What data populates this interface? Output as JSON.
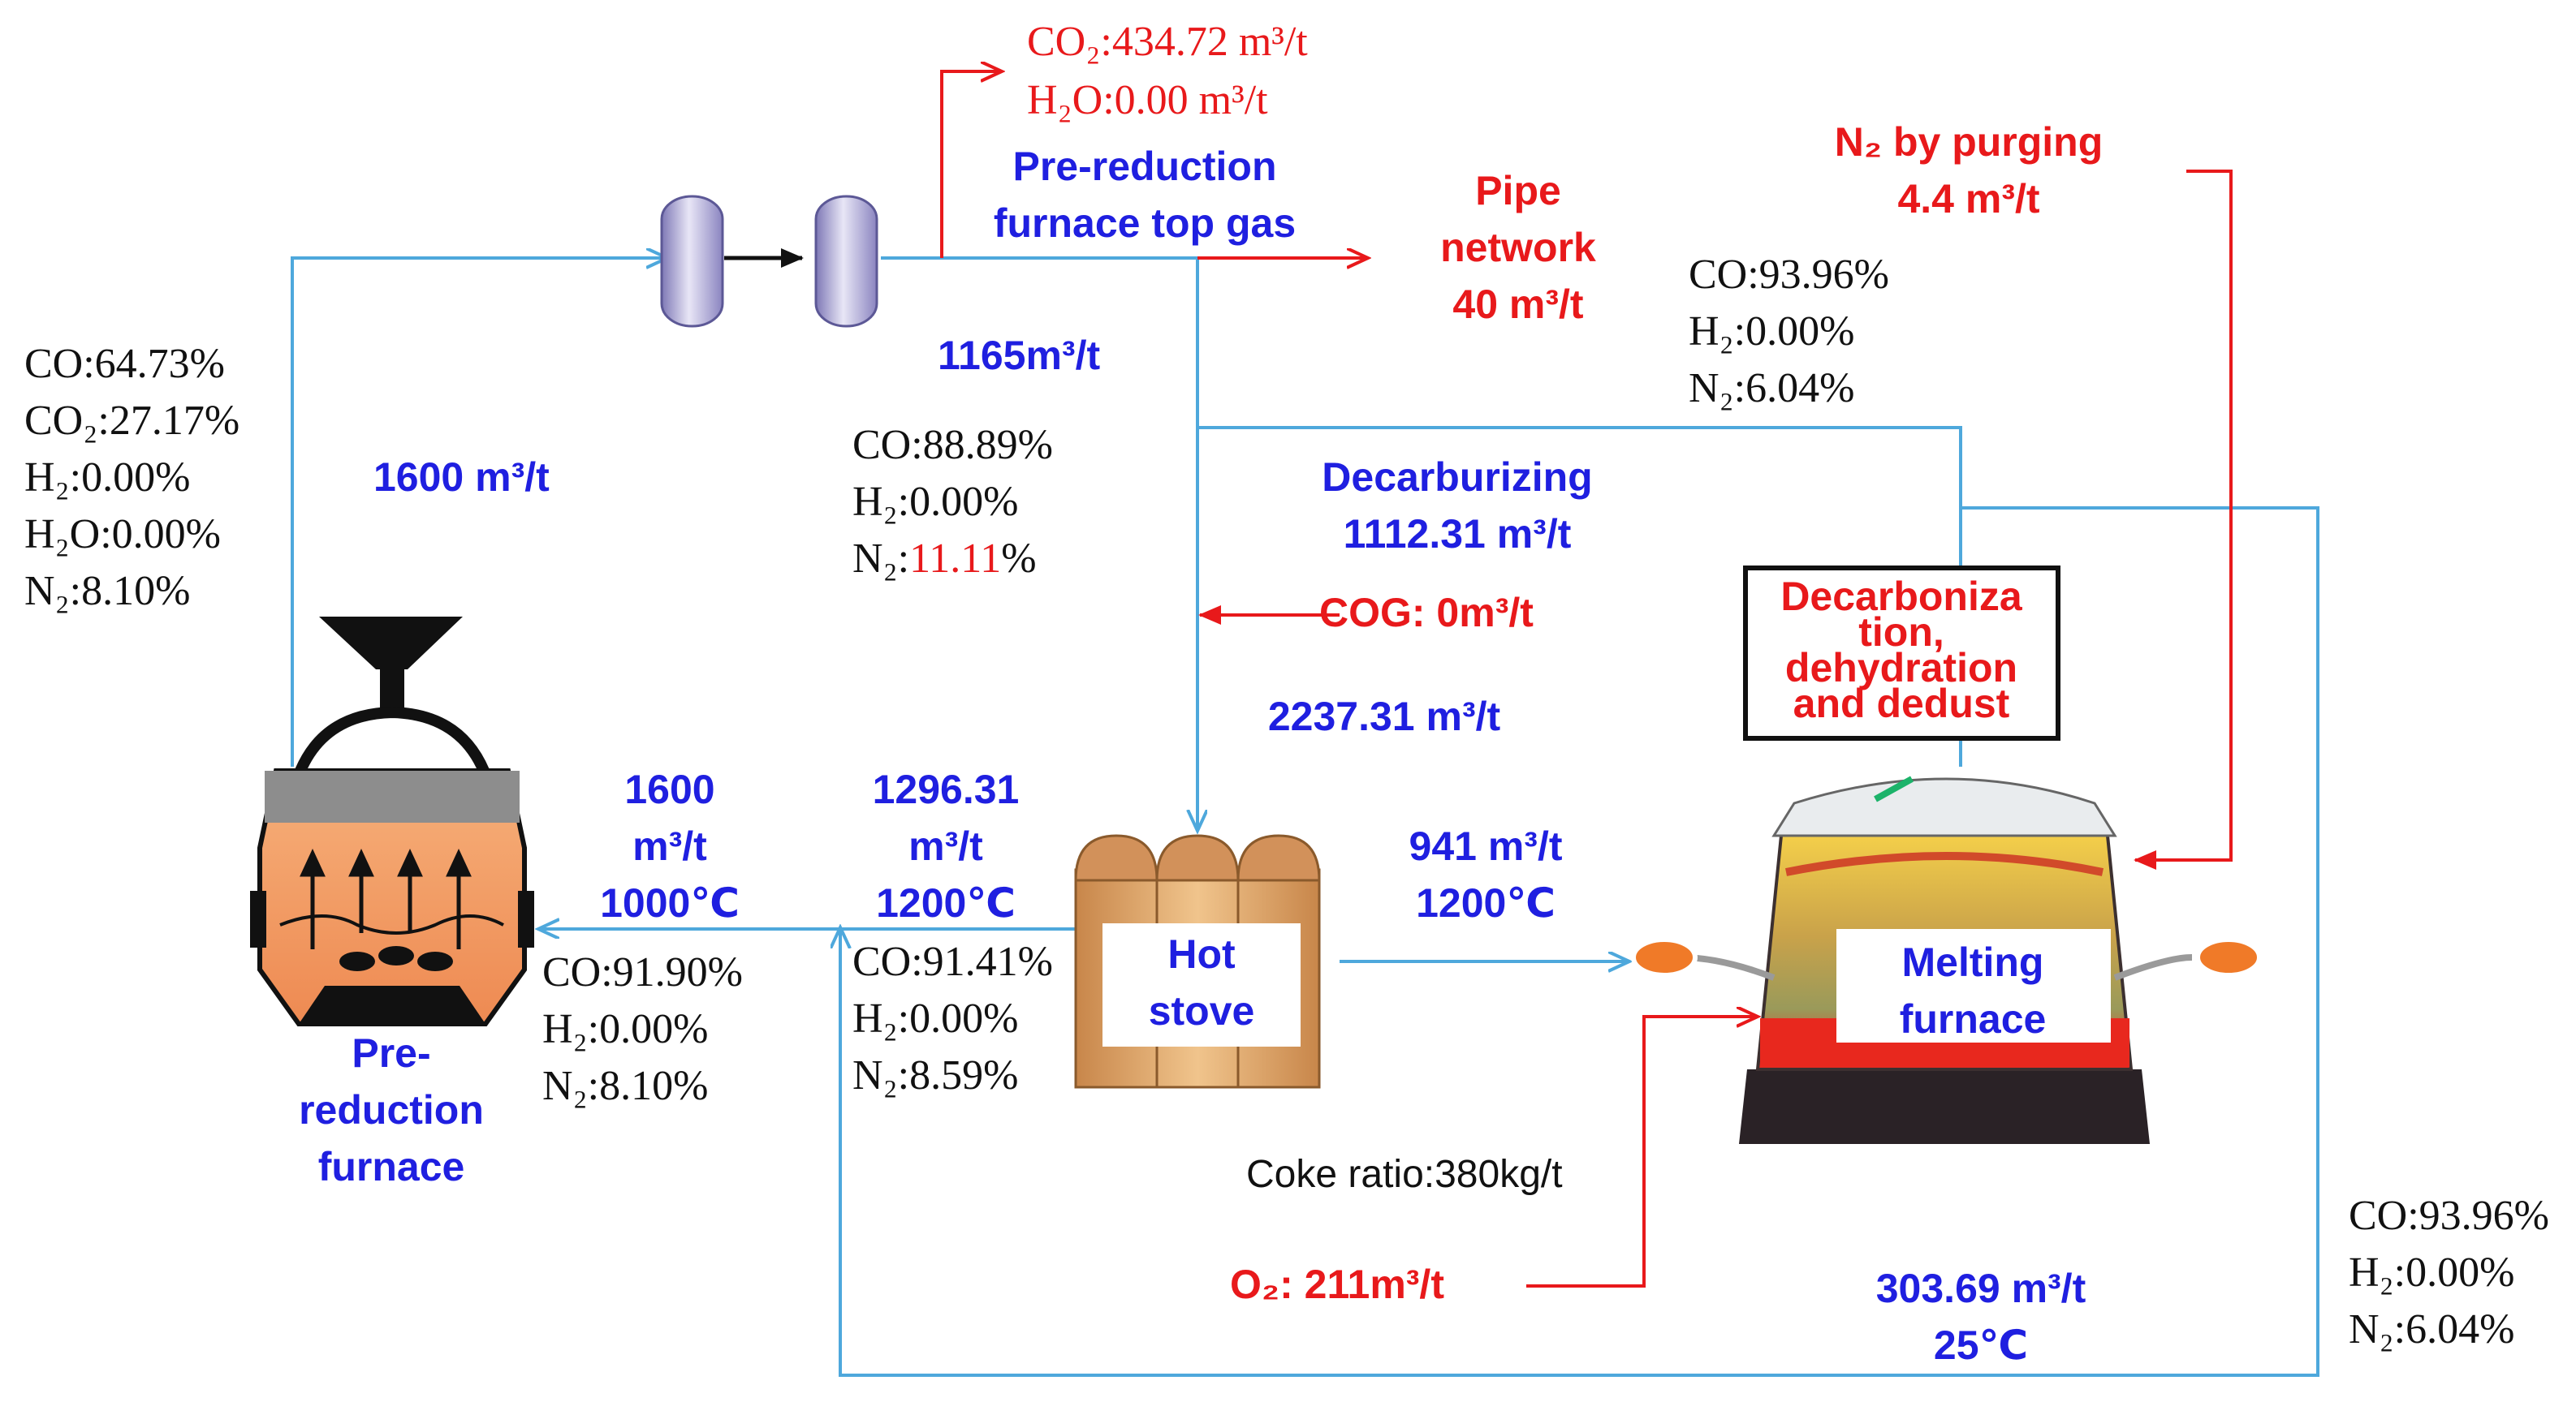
{
  "colors": {
    "flow_blue": "#4ea8dc",
    "flow_red": "#e8191b",
    "label_blue": "#1f1fe0",
    "label_red": "#e8191b"
  },
  "icons": [
    "separator-column-icon",
    "separator-column-icon",
    "pre-reduction-furnace-icon",
    "hot-stove-icon",
    "melting-furnace-icon"
  ],
  "units": {
    "m3t": "m³/t"
  },
  "top_exhaust": {
    "co2": "CO₂:434.72  m³/t",
    "h2o": "H₂O:0.00  m³/t"
  },
  "pre_reduction_top_gas": {
    "line1": "Pre-reduction",
    "line2": "furnace top gas"
  },
  "pipe_network": {
    "line1": "Pipe",
    "line2": "network",
    "line3": "40 m³/t"
  },
  "n2_purging": {
    "line1": "N₂ by purging",
    "line2": "4.4 m³/t"
  },
  "left_comp": [
    "CO:64.73%",
    "CO₂:27.17%",
    "H₂:0.00%",
    "H₂O:0.00%",
    "N₂:8.10%"
  ],
  "flow_1600_top": "1600 m³/t",
  "flow_1165": "1165m³/t",
  "comp_mid": {
    "co": "CO:88.89%",
    "h2": "H₂:0.00%",
    "n2_prefix": "N₂:",
    "n2_value": "11.11",
    "n2_suffix": "%"
  },
  "comp_right_top": [
    "CO:93.96%",
    "H₂:0.00%",
    "N₂:6.04%"
  ],
  "decarburizing": {
    "line1": "Decarburizing",
    "line2": "1112.31 m³/t"
  },
  "cog": "COG:  0m³/t",
  "decarb_box": [
    "Decarboniza",
    "tion,",
    "dehydration",
    "and dedust"
  ],
  "flow_2237": "2237.31 m³/t",
  "feed_pre": {
    "line1": "1600",
    "line2": "m³/t",
    "line3": "1000℃"
  },
  "feed_stove": {
    "line1": "1296.31",
    "line2": "m³/t",
    "line3": "1200℃"
  },
  "feed_melt": {
    "line1": "941 m³/t",
    "line2": "1200℃"
  },
  "comp_pre_feed": [
    "CO:91.90%",
    "H₂:0.00%",
    "N₂:8.10%"
  ],
  "comp_stove_feed": [
    "CO:91.41%",
    "H₂:0.00%",
    "N₂:8.59%"
  ],
  "pre_reduction_label": [
    "Pre-",
    "reduction",
    "furnace"
  ],
  "hot_stove_label": [
    "Hot",
    "stove"
  ],
  "melting_furnace_label": [
    "Melting",
    "furnace"
  ],
  "coke_ratio": "Coke ratio:380kg/t",
  "o2": "O₂:  211m³/t",
  "flow_303": {
    "line1": "303.69 m³/t",
    "line2": "25℃"
  },
  "comp_right_bottom": [
    "CO:93.96%",
    "H₂:0.00%",
    "N₂:6.04%"
  ]
}
